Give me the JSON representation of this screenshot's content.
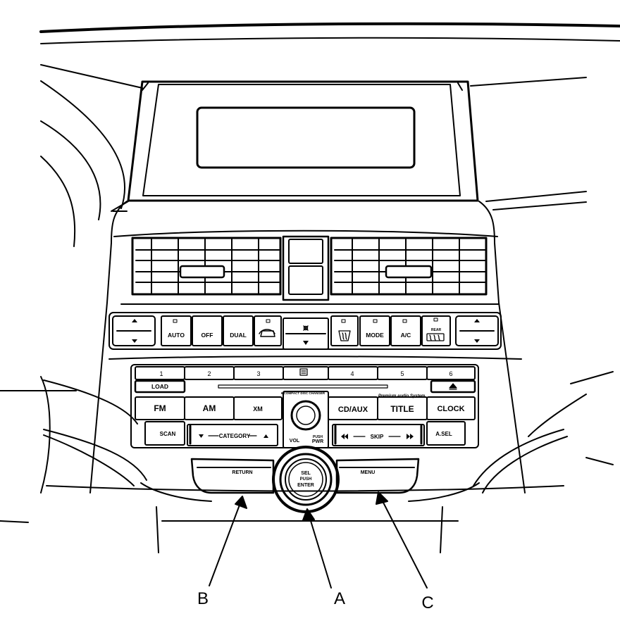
{
  "climate": {
    "auto": "AUTO",
    "off": "OFF",
    "dual": "DUAL",
    "mode": "MODE",
    "ac": "A/C",
    "rear": "REAR"
  },
  "presets": [
    "1",
    "2",
    "3",
    "4",
    "5",
    "6"
  ],
  "radio": {
    "load": "LOAD",
    "disc_changer": "6 COMPACT DISC CHANGER",
    "brand": "Premium audio System",
    "fm": "FM",
    "am": "AM",
    "xm": "XM",
    "cd_aux": "CD/AUX",
    "title": "TITLE",
    "clock": "CLOCK",
    "scan": "SCAN",
    "category": "CATEGORY",
    "skip": "SKIP",
    "a_sel": "A.SEL",
    "vol": "VOL",
    "push_pwr_1": "PUSH",
    "push_pwr_2": "PWR",
    "return": "RETURN",
    "menu": "MENU",
    "sel_1": "SEL",
    "sel_2": "PUSH",
    "sel_3": "ENTER"
  },
  "callouts": {
    "a": "A",
    "b": "B",
    "c": "C"
  }
}
